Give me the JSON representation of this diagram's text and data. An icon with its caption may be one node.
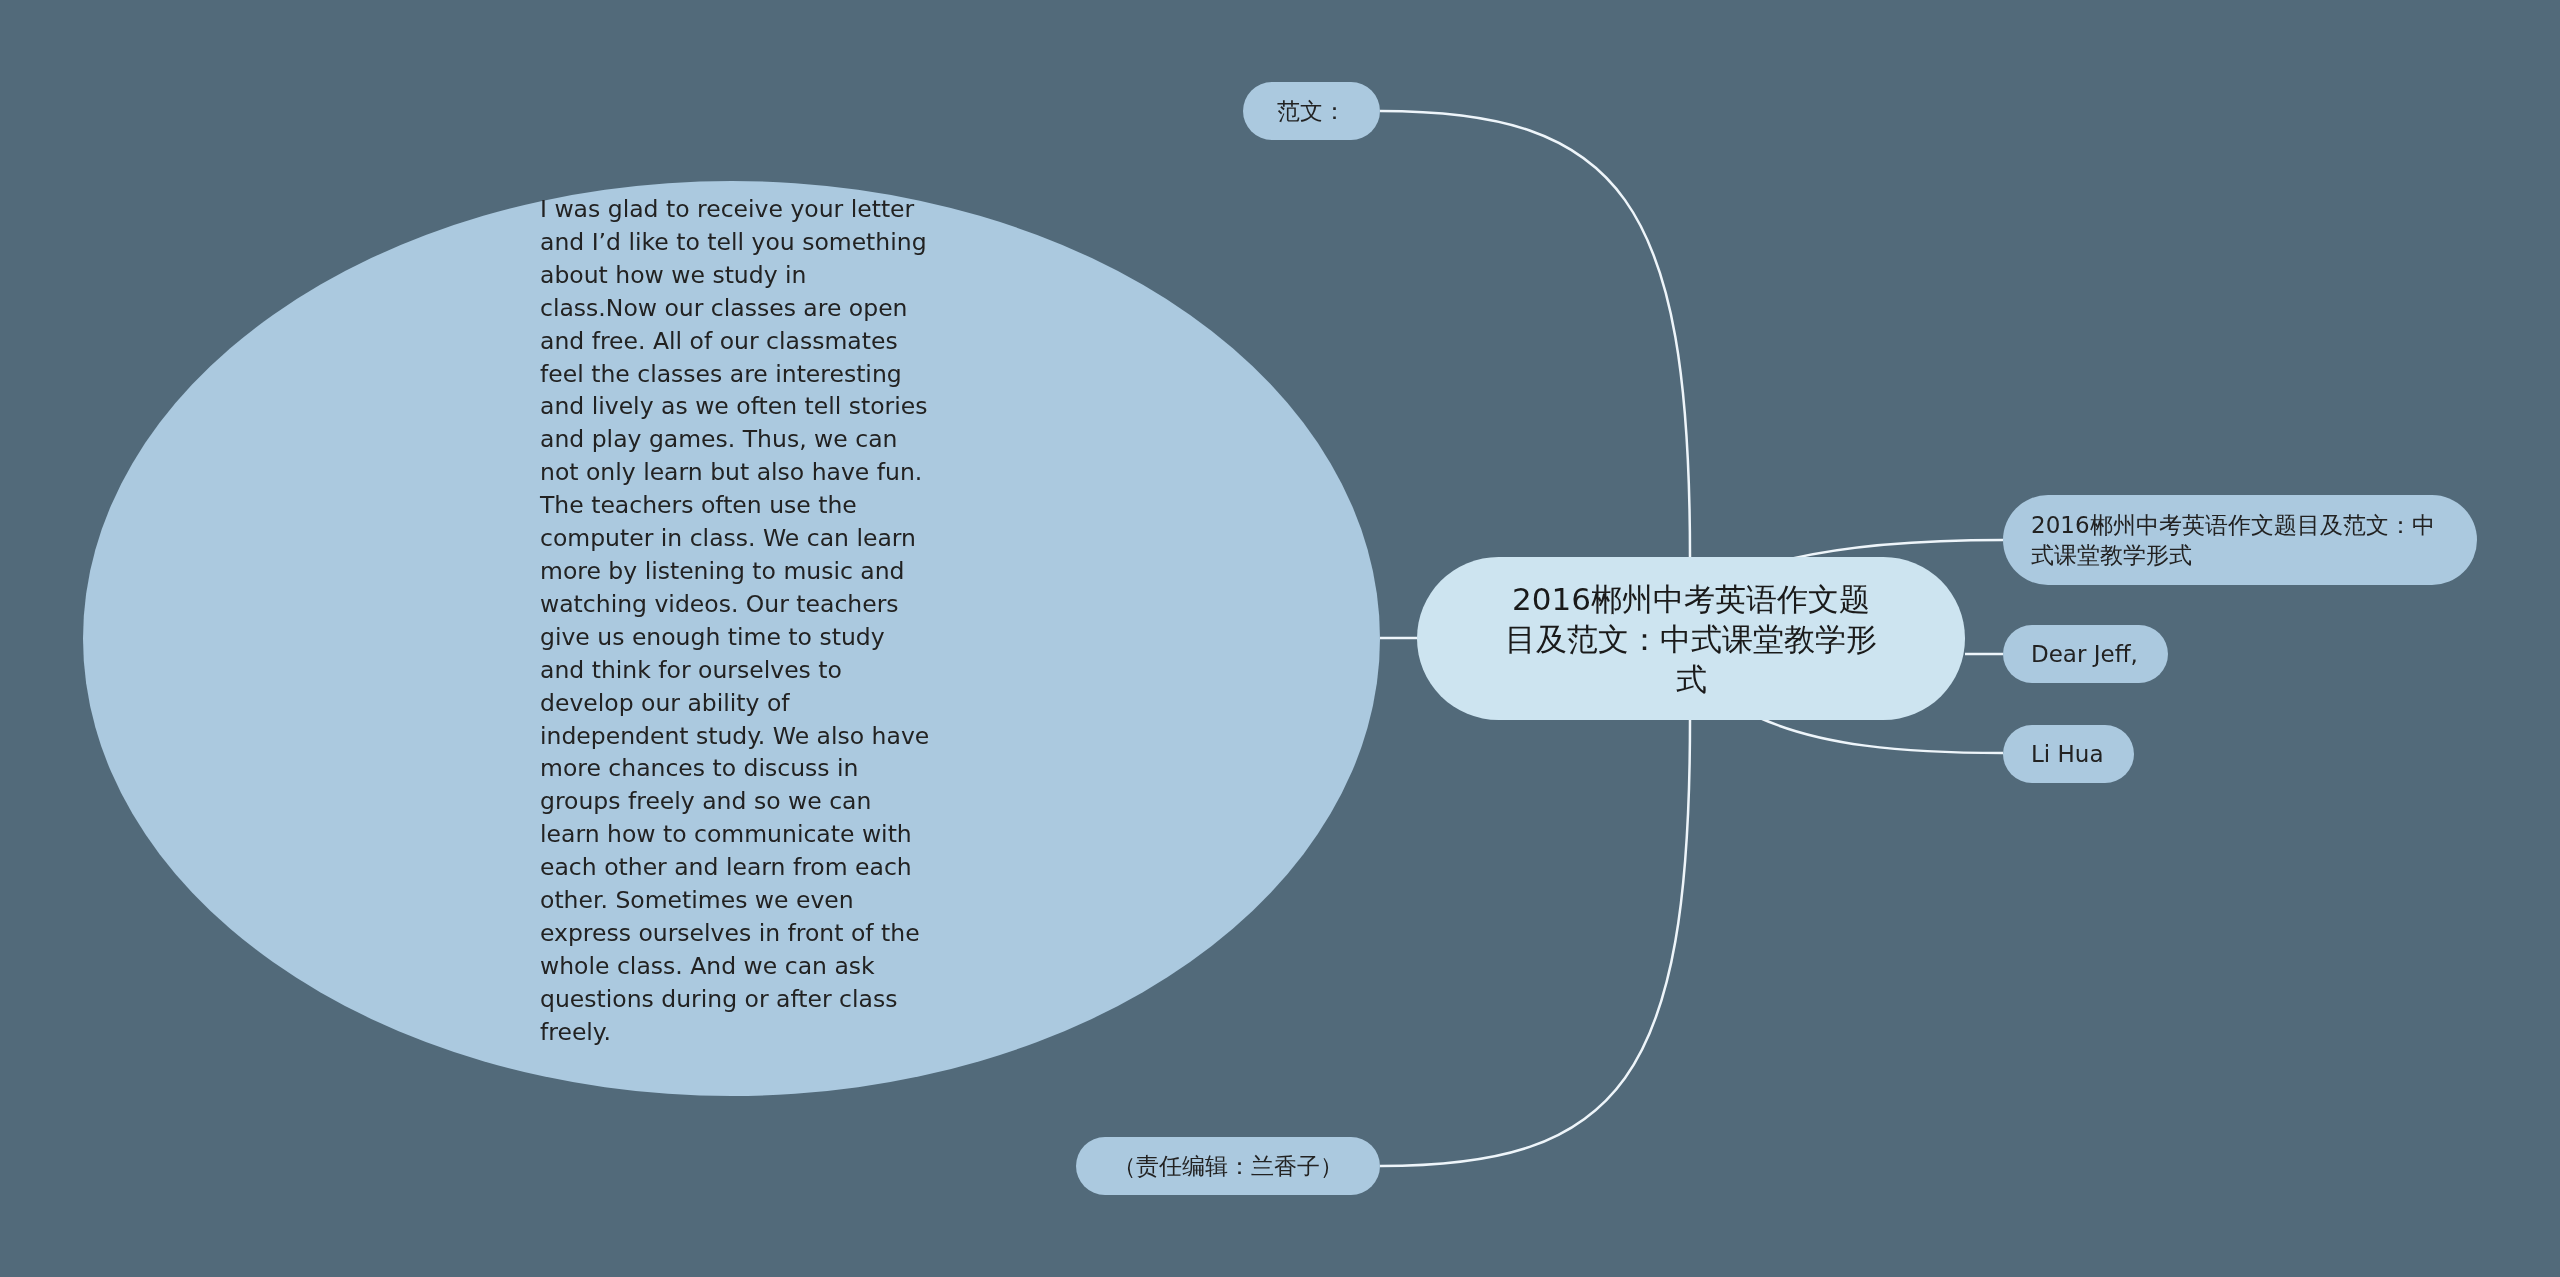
{
  "diagram": {
    "nodes": [
      {
        "text": [
          "范文："
        ]
      },
      {
        "text": [
          "I was glad to receive your letter and I’d like to tell you something about how we study in class.Now our classes are open and free. All of our classmates feel the classes are interesting and lively as we often tell stories and play games. Thus, we can not only learn but also have fun. The teachers often use the computer in class. We can learn more by listening to music and watching videos. Our teachers give us enough time to study and think for ourselves to develop our ability of independent study. We also have more chances to discuss in groups freely and so we can learn how to communicate with each other and learn from each other. Sometimes we even express ourselves in front of the whole class. And we can ask questions during or after class freely."
        ]
      },
      {
        "text": [
          "2016郴州中考英语作文题目及范文：中式课堂教学形式"
        ]
      },
      {
        "text": [
          "2016郴州中考英语作文题目及范文：中式课堂教学形式"
        ]
      },
      {
        "text": [
          "Dear Jeff,"
        ]
      },
      {
        "text": [
          "Li Hua"
        ]
      },
      {
        "text": [
          "（责任编辑：兰香子）"
        ]
      }
    ],
    "edges": [
      {
        "from": 2,
        "to": 0,
        "arrow": "none"
      },
      {
        "from": 2,
        "to": 1,
        "arrow": "none"
      },
      {
        "from": 2,
        "to": 3,
        "arrow": "none"
      },
      {
        "from": 2,
        "to": 4,
        "arrow": "none"
      },
      {
        "from": 2,
        "to": 5,
        "arrow": "none"
      },
      {
        "from": 2,
        "to": 6,
        "arrow": "none"
      }
    ]
  }
}
